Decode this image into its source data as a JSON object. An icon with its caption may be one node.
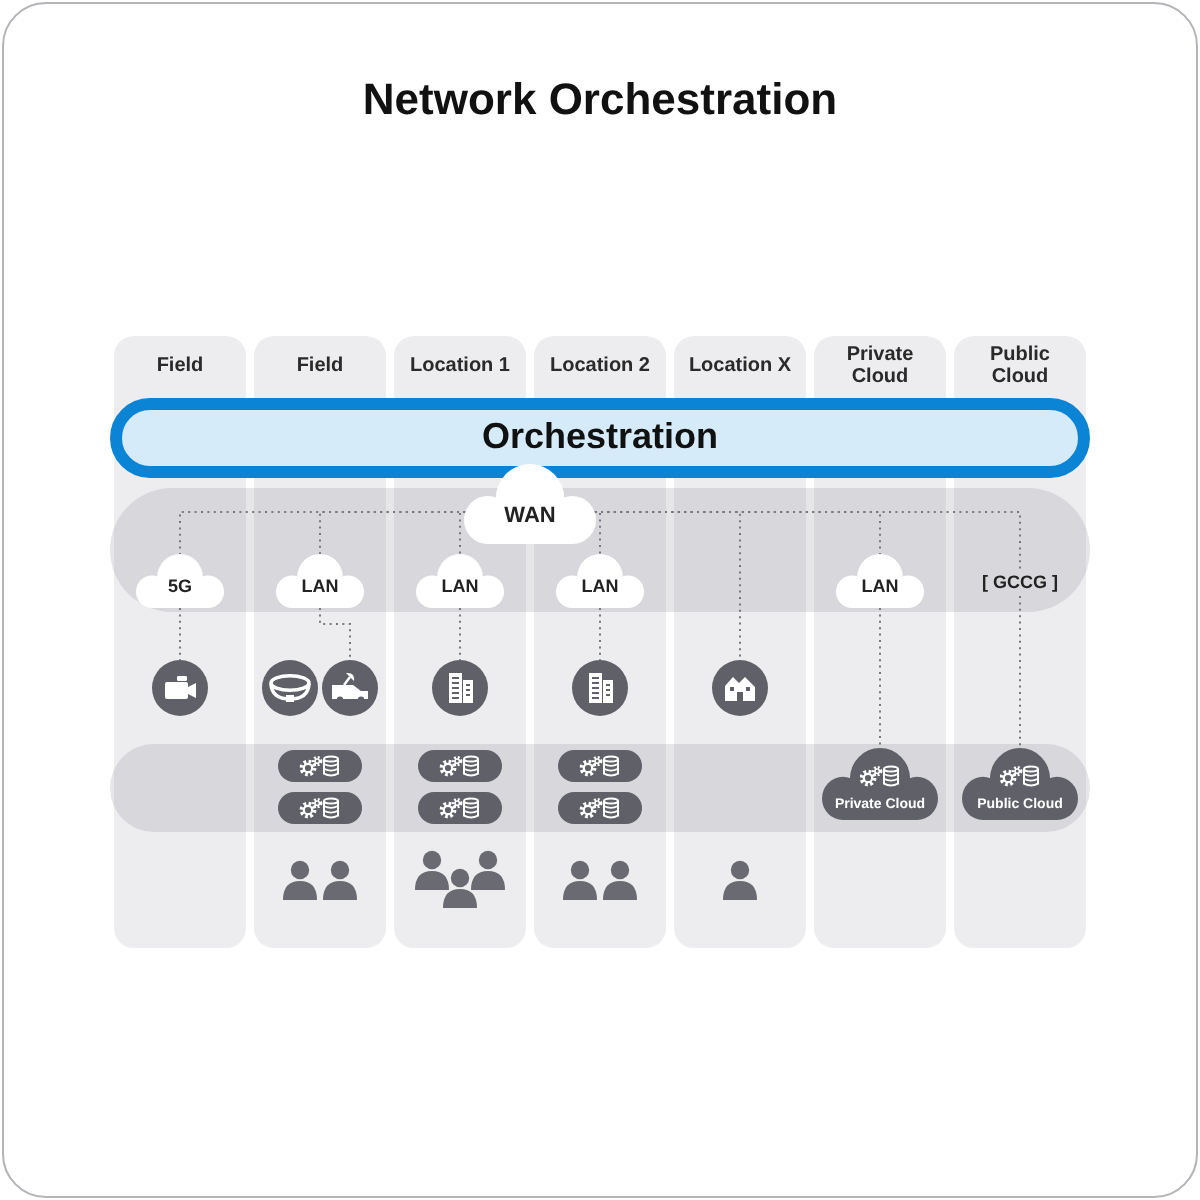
{
  "diagram": {
    "title": "Network Orchestration",
    "nodes": [
      {
        "text": [
          "Field"
        ]
      },
      {
        "text": [
          "Field"
        ]
      },
      {
        "text": [
          "Location 1"
        ]
      },
      {
        "text": [
          "Location 2"
        ]
      },
      {
        "text": [
          "Location X"
        ]
      },
      {
        "text": [
          "Private Cloud"
        ]
      },
      {
        "text": [
          "Public Cloud"
        ]
      },
      {
        "text": [
          "Orchestration"
        ]
      },
      {
        "text": [
          "WAN"
        ]
      },
      {
        "text": [
          "5G"
        ],
        "in": 0
      },
      {
        "text": [
          "LAN"
        ],
        "in": 1
      },
      {
        "text": [
          "LAN"
        ],
        "in": 2
      },
      {
        "text": [
          "LAN"
        ],
        "in": 3
      },
      {
        "text": [
          "LAN"
        ],
        "in": 5
      },
      {
        "text": [
          "[ GCCG ]"
        ],
        "in": 6
      },
      {
        "text": [],
        "shape": "picture",
        "in": 0
      },
      {
        "text": [],
        "shape": "picture",
        "in": 1
      },
      {
        "text": [],
        "shape": "picture",
        "in": 1
      },
      {
        "text": [],
        "shape": "picture",
        "in": 2
      },
      {
        "text": [],
        "shape": "picture",
        "in": 3
      },
      {
        "text": [],
        "shape": "picture",
        "in": 4
      },
      {
        "text": [
          "Private Cloud"
        ],
        "in": 5
      },
      {
        "text": [
          "Public Cloud"
        ],
        "in": 6
      }
    ],
    "edges": [
      {
        "from": 8,
        "to": 9,
        "arrow": "none",
        "style": "dashed"
      },
      {
        "from": 8,
        "to": 10,
        "arrow": "none",
        "style": "dashed"
      },
      {
        "from": 8,
        "to": 11,
        "arrow": "none",
        "style": "dashed"
      },
      {
        "from": 8,
        "to": 12,
        "arrow": "none",
        "style": "dashed"
      },
      {
        "from": 8,
        "to": 20,
        "arrow": "none",
        "style": "dashed"
      },
      {
        "from": 8,
        "to": 13,
        "arrow": "none",
        "style": "dashed"
      },
      {
        "from": 8,
        "to": 14,
        "arrow": "none",
        "style": "dashed"
      },
      {
        "from": 9,
        "to": 15,
        "arrow": "none",
        "style": "dashed"
      },
      {
        "from": 10,
        "to": 17,
        "arrow": "none",
        "style": "dashed"
      },
      {
        "from": 11,
        "to": 18,
        "arrow": "none",
        "style": "dashed"
      },
      {
        "from": 12,
        "to": 19,
        "arrow": "none",
        "style": "dashed"
      },
      {
        "from": 13,
        "to": 21,
        "arrow": "none",
        "style": "dashed"
      },
      {
        "from": 14,
        "to": 22,
        "arrow": "none",
        "style": "dashed"
      }
    ]
  }
}
